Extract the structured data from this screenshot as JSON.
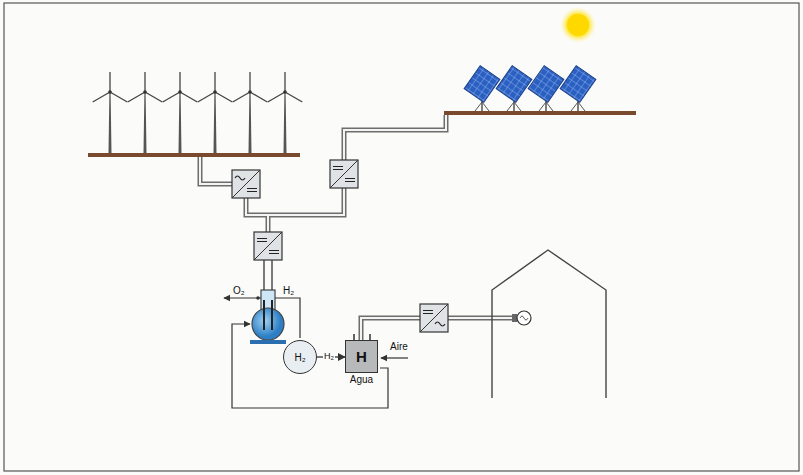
{
  "diagram": {
    "nodes": [
      {
        "text": [
          "H₂"
        ]
      },
      {
        "text": [
          "H",
          "Agua"
        ]
      }
    ],
    "edges": [
      {
        "from": 0,
        "to": 1,
        "arrow": "to",
        "label": "H₂"
      }
    ],
    "labels": [
      "O₂",
      "H₂",
      "Aire"
    ]
  }
}
